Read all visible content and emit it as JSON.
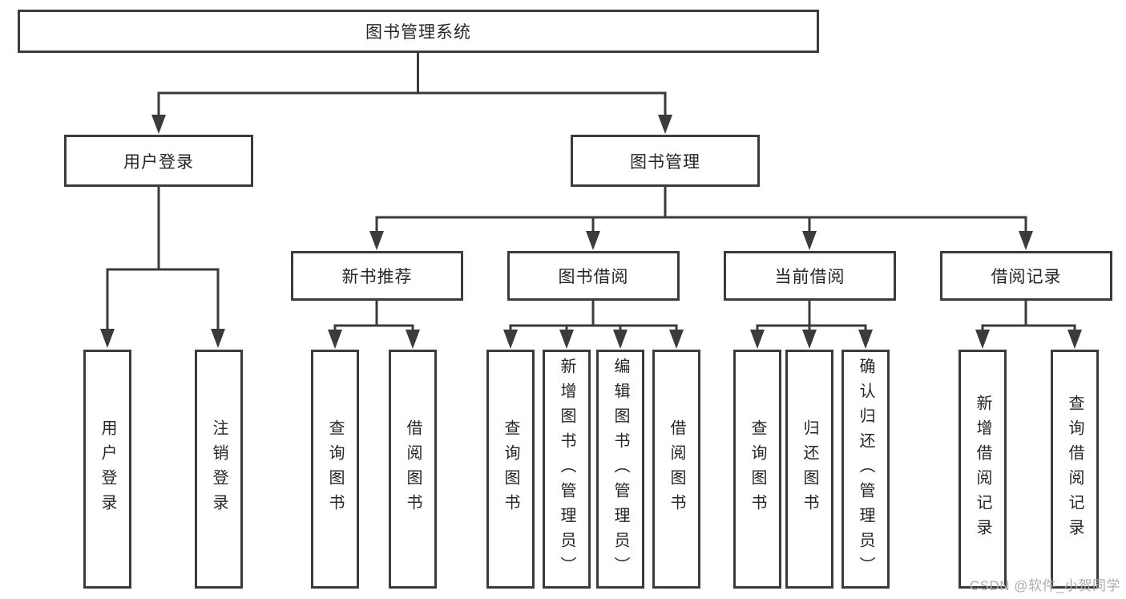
{
  "diagram": {
    "root": {
      "label": "图书管理系统"
    },
    "level2": [
      {
        "label": "用户登录"
      },
      {
        "label": "图书管理"
      }
    ],
    "level3": [
      {
        "label": "新书推荐",
        "parent": "图书管理"
      },
      {
        "label": "图书借阅",
        "parent": "图书管理"
      },
      {
        "label": "当前借阅",
        "parent": "图书管理"
      },
      {
        "label": "借阅记录",
        "parent": "图书管理"
      }
    ],
    "leaves": [
      {
        "label": "用户登录",
        "parent": "用户登录"
      },
      {
        "label": "注销登录",
        "parent": "用户登录"
      },
      {
        "label": "查询图书",
        "parent": "新书推荐"
      },
      {
        "label": "借阅图书",
        "parent": "新书推荐"
      },
      {
        "label": "查询图书",
        "parent": "图书借阅"
      },
      {
        "label": "新增图书（管理员）",
        "parent": "图书借阅"
      },
      {
        "label": "编辑图书（管理员）",
        "parent": "图书借阅"
      },
      {
        "label": "借阅图书",
        "parent": "图书借阅"
      },
      {
        "label": "查询图书",
        "parent": "当前借阅"
      },
      {
        "label": "归还图书",
        "parent": "当前借阅"
      },
      {
        "label": "确认归还（管理员）",
        "parent": "当前借阅"
      },
      {
        "label": "新增借阅记录",
        "parent": "借阅记录"
      },
      {
        "label": "查询借阅记录",
        "parent": "借阅记录"
      }
    ]
  },
  "watermark": {
    "text": "CSDN @软件_小贺同学"
  },
  "colors": {
    "line": "#3b3b3b",
    "text": "#262626",
    "watermark": "#ababab",
    "background": "#ffffff"
  }
}
